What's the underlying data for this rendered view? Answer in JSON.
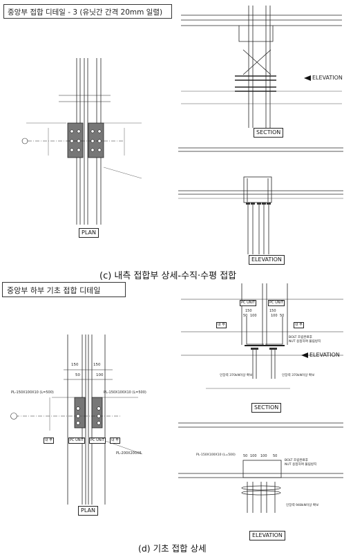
{
  "top": {
    "title": "중앙부 접합 디테일 - 3 (유닛간 간격 20mm 일렬)",
    "caption": "(c) 내측 접합부 상세-수직·수평 접합",
    "labels": {
      "plan": "PLAN",
      "section": "SECTION",
      "elevation": "ELEVATION",
      "elevation_arrow": "ELEVATION"
    }
  },
  "bottom": {
    "title": "중앙부 하부 기초 접합 디테일",
    "caption": "(d) 기초 접합 상세",
    "labels": {
      "plan": "PLAN",
      "section": "SECTION",
      "elevation": "ELEVATION",
      "elevation_arrow": "ELEVATION",
      "pc_unit": "PC UNIT",
      "inner": "내 부",
      "pl_left": "PL-150X100X10 (L=500)",
      "pl_right": "PL-150X100X10 (L=500)",
      "pl_base": "PL-200X200X6",
      "anchor_left": "인장력 370kN이상 확보",
      "anchor_right": "인장력 370kN이상 확보",
      "anchor_elev": "인장력 948kN이상 확보",
      "bolt_note": "BOLT 조립완료후",
      "nut_note": "NUT 용접하여 풀림방지",
      "dim_150": "150",
      "dim_50": "50",
      "dim_100": "100"
    }
  }
}
